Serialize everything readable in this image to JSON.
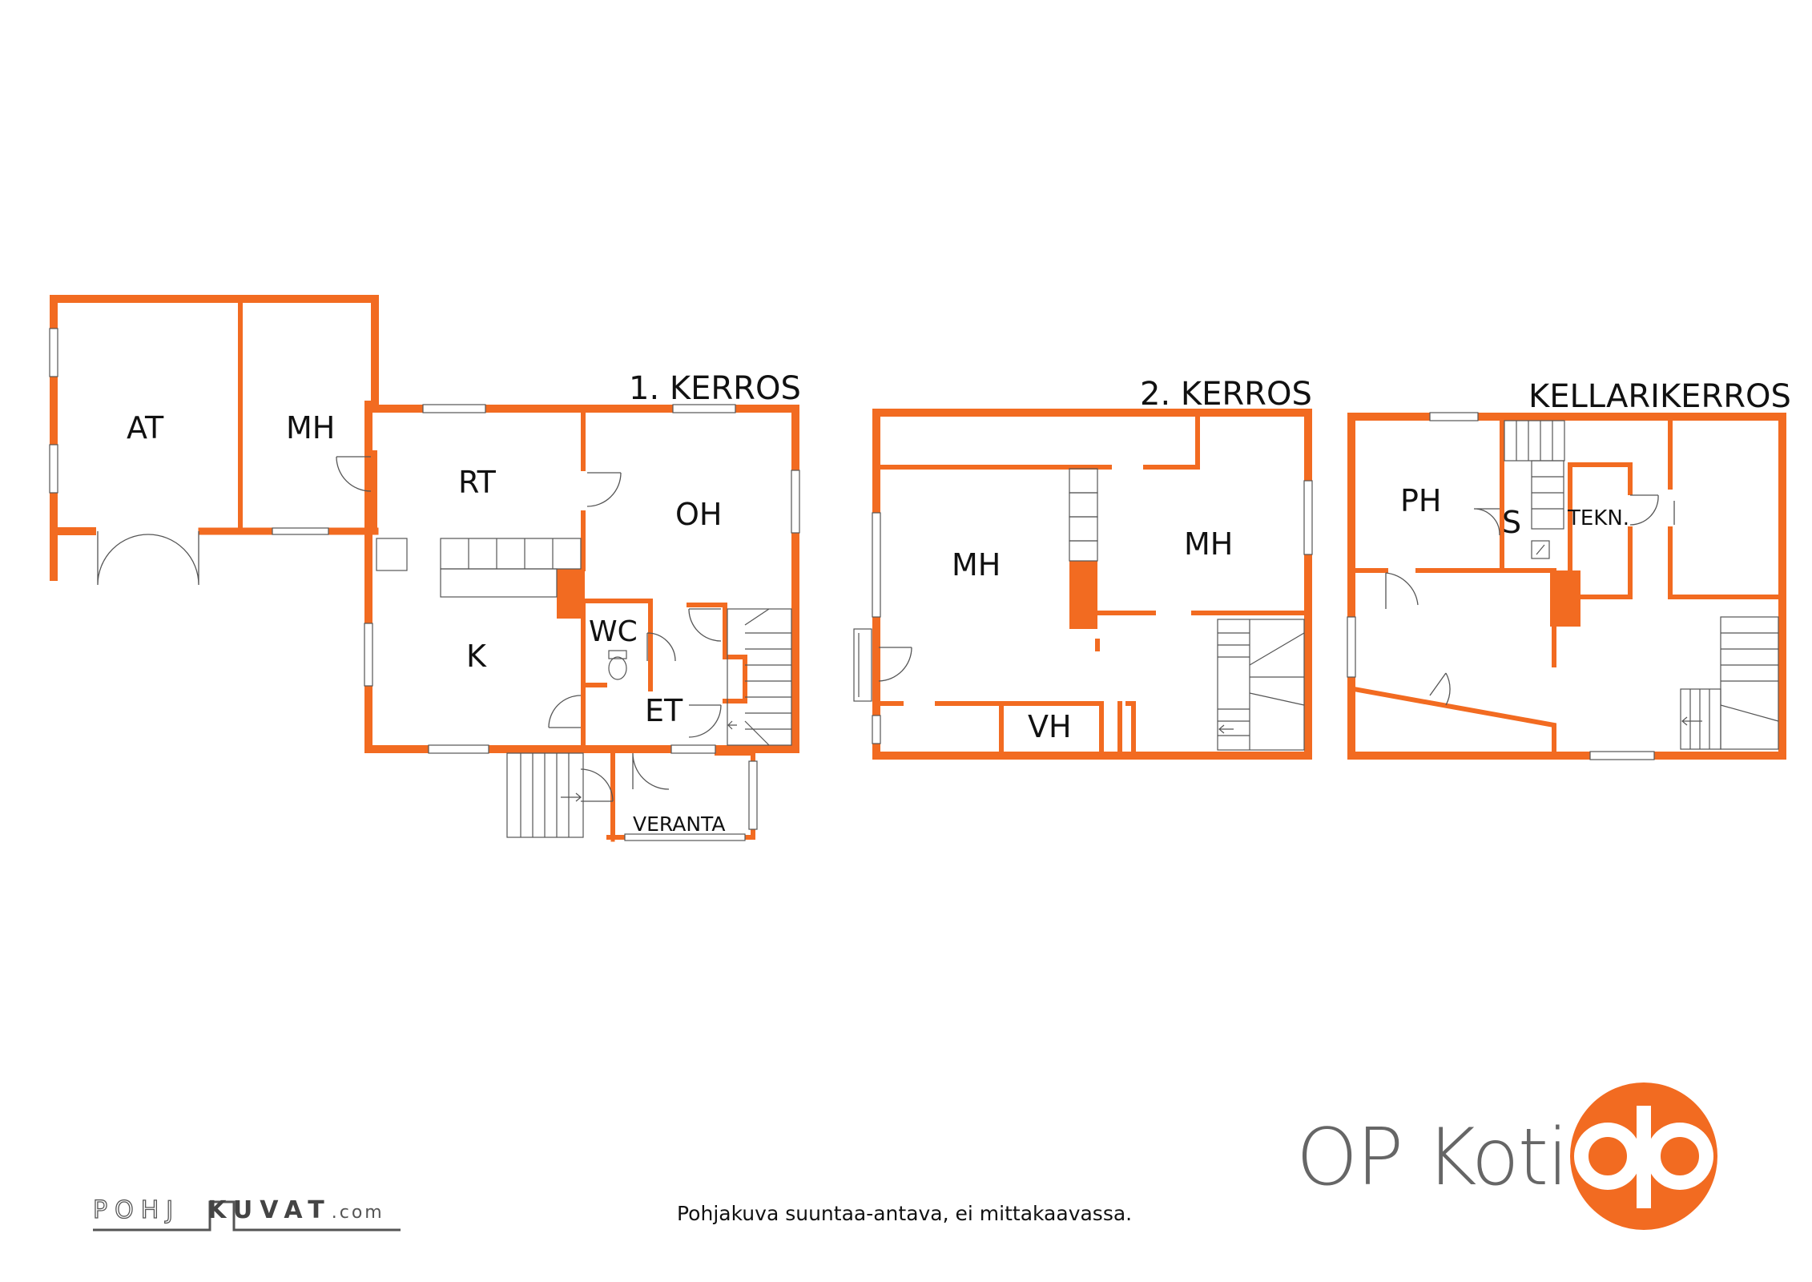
{
  "floors": {
    "first": {
      "title": "1. KERROS",
      "rooms": {
        "at": "AT",
        "mh": "MH",
        "rt": "RT",
        "oh": "OH",
        "k": "K",
        "wc": "WC",
        "et": "ET",
        "veranta": "VERANTA"
      }
    },
    "second": {
      "title": "2. KERROS",
      "rooms": {
        "mh_left": "MH",
        "mh_right": "MH",
        "vh": "VH"
      }
    },
    "basement": {
      "title": "KELLARIKERROS",
      "rooms": {
        "ph": "PH",
        "s": "S",
        "tekn": "TEKN."
      }
    }
  },
  "footer": {
    "note": "Pohjakuva suuntaa-antava, ei mittakaavassa."
  },
  "brand": {
    "name": "OP Koti",
    "logo_icon": "op-logo-icon",
    "color": "#f26b21"
  },
  "watermark": {
    "left": "POHJ",
    "right": "KUVAT",
    "suffix": ".com"
  },
  "colors": {
    "wall": "#f26b21",
    "fixture": "#555555"
  }
}
